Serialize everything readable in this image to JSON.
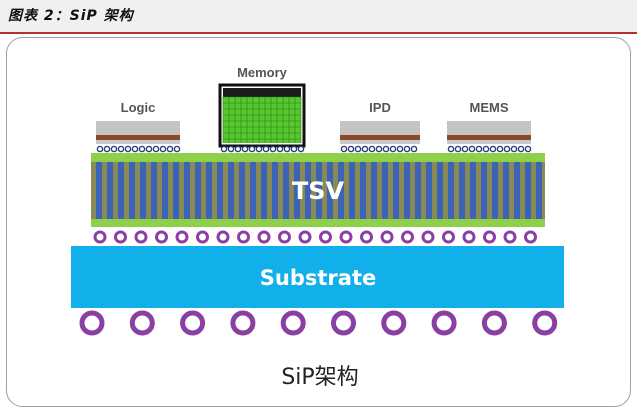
{
  "caption": "图表 2：SiP 架构",
  "diagram": {
    "chips": {
      "logic": "Logic",
      "memory": "Memory",
      "ipd": "IPD",
      "mems": "MEMS"
    },
    "tsv_label": "TSV",
    "substrate_label": "Substrate",
    "footer_title": "SiP架构"
  },
  "colors": {
    "caption_rule": "#b1342b",
    "interposer_green": "#8ed04a",
    "tsv_stripe_blue": "#3b64b9",
    "tsv_stripe_olive": "#8a8a55",
    "substrate_cyan": "#12b0ea",
    "ball_purple": "#8a3fa3",
    "memory_green": "#55c92e",
    "chip_gray": "#c0c0c0",
    "chip_brown": "#8a4a2a"
  }
}
